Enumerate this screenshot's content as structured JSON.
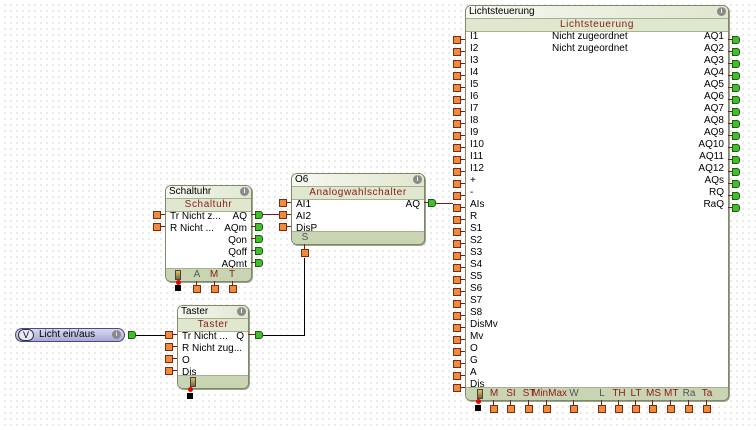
{
  "variable": {
    "badge": "V",
    "label": "Licht ein/aus",
    "info": "i"
  },
  "schaltuhr": {
    "title": "Schaltuhr",
    "subtitle": "Schaltuhr",
    "info": "i",
    "inputs": [
      {
        "name": "Tr",
        "value": "Nicht z..."
      },
      {
        "name": "R",
        "value": "Nicht ..."
      }
    ],
    "outputs": [
      "AQ",
      "AQm",
      "Qon",
      "Qoff",
      "AQmt"
    ],
    "footer_params": [
      {
        "label": "A",
        "color": "grey"
      },
      {
        "label": "M",
        "color": "red"
      },
      {
        "label": "T",
        "color": "red"
      }
    ]
  },
  "taster": {
    "title": "Taster",
    "subtitle": "Taster",
    "info": "i",
    "inputs": [
      {
        "name": "Tr",
        "value": "Nicht ..."
      },
      {
        "name": "R",
        "value": "Nicht zug..."
      },
      {
        "name": "O",
        "value": ""
      },
      {
        "name": "Dis",
        "value": ""
      }
    ],
    "outputs": [
      "Q"
    ]
  },
  "analog": {
    "title": "O6",
    "subtitle": "Analogwahlschalter",
    "info": "i",
    "inputs": [
      "AI1",
      "AI2",
      "DisP"
    ],
    "outputs": [
      "AQ"
    ],
    "footer_params": [
      {
        "label": "S",
        "color": "grey"
      }
    ]
  },
  "licht": {
    "title": "Lichtsteuerung",
    "subtitle": "Lichtsteuerung",
    "info": "i",
    "inputs": [
      "I1",
      "I2",
      "I3",
      "I4",
      "I5",
      "I6",
      "I7",
      "I8",
      "I9",
      "I10",
      "I11",
      "I12",
      "+",
      "-",
      "AIs",
      "R",
      "S1",
      "S2",
      "S3",
      "S4",
      "S5",
      "S6",
      "S7",
      "S8",
      "DisMv",
      "Mv",
      "O",
      "G",
      "A",
      "Dis"
    ],
    "assignments": [
      "Nicht zugeordnet",
      "Nicht zugeordnet"
    ],
    "outputs": [
      "AQ1",
      "AQ2",
      "AQ3",
      "AQ4",
      "AQ5",
      "AQ6",
      "AQ7",
      "AQ8",
      "AQ9",
      "AQ10",
      "AQ11",
      "AQ12",
      "AQs",
      "RQ",
      "RaQ"
    ],
    "footer_params": [
      {
        "label": "M",
        "color": "red"
      },
      {
        "label": "SI",
        "color": "red"
      },
      {
        "label": "ST",
        "color": "red"
      },
      {
        "label": "MinMax",
        "color": "red"
      },
      {
        "label": "W",
        "color": "grey"
      },
      {
        "label": "L",
        "color": "grey"
      },
      {
        "label": "TH",
        "color": "red"
      },
      {
        "label": "LT",
        "color": "red"
      },
      {
        "label": "MS",
        "color": "red"
      },
      {
        "label": "MT",
        "color": "red"
      },
      {
        "label": "Ra",
        "color": "grey"
      },
      {
        "label": "Ta",
        "color": "red"
      }
    ]
  }
}
